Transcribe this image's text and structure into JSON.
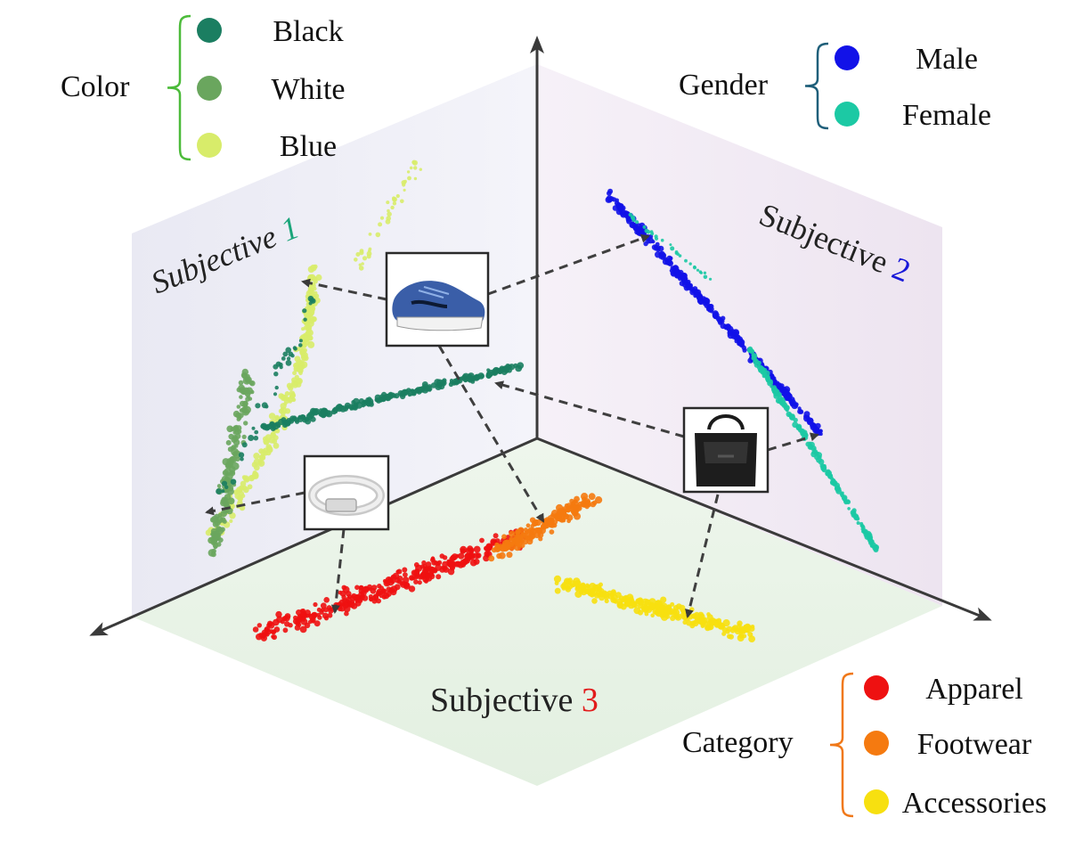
{
  "legends": {
    "color": {
      "title": "Color",
      "bracket_color": "#4cbb3a",
      "items": [
        {
          "label": "Black",
          "color": "#1b7e61"
        },
        {
          "label": "White",
          "color": "#6aa65e"
        },
        {
          "label": "Blue",
          "color": "#d8ec6a"
        }
      ]
    },
    "gender": {
      "title": "Gender",
      "bracket_color": "#1f5f7a",
      "items": [
        {
          "label": "Male",
          "color": "#1212e8"
        },
        {
          "label": "Female",
          "color": "#1cc9a4"
        }
      ]
    },
    "category": {
      "title": "Category",
      "bracket_color": "#f07818",
      "items": [
        {
          "label": "Apparel",
          "color": "#ee1111"
        },
        {
          "label": "Footwear",
          "color": "#f57a10"
        },
        {
          "label": "Accessories",
          "color": "#f7e010"
        }
      ]
    }
  },
  "planes": {
    "subjective1": {
      "label": "Subjective ",
      "number": "1",
      "number_color": "#1aa57a"
    },
    "subjective2": {
      "label": "Subjective ",
      "number": "2",
      "number_color": "#1818d8"
    },
    "subjective3": {
      "label": "Subjective ",
      "number": "3",
      "number_color": "#e21c1c"
    }
  },
  "items": [
    {
      "name": "sneaker"
    },
    {
      "name": "handbag"
    },
    {
      "name": "bracelet"
    }
  ]
}
